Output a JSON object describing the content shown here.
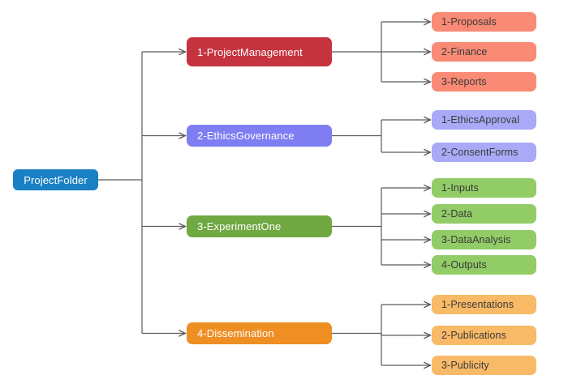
{
  "diagram": {
    "root": {
      "label": "ProjectFolder"
    },
    "branches": [
      {
        "label": "1-ProjectManagement",
        "children": [
          "1-Proposals",
          "2-Finance",
          "3-Reports"
        ]
      },
      {
        "label": "2-EthicsGovernance",
        "children": [
          "1-EthicsApproval",
          "2-ConsentForms"
        ]
      },
      {
        "label": "3-ExperimentOne",
        "children": [
          "1-Inputs",
          "2-Data",
          "3-DataAnalysis",
          "4-Outputs"
        ]
      },
      {
        "label": "4-Dissemination",
        "children": [
          "1-Presentations",
          "2-Publications",
          "3-Publicity"
        ]
      }
    ]
  },
  "palette": {
    "root_fill": "#1a80c4",
    "branch_fills": [
      "#c5333e",
      "#7e7ef2",
      "#70a841",
      "#ee8e23"
    ],
    "child_fills": [
      "#f98a75",
      "#a9a9f7",
      "#92cc66",
      "#f8ba67"
    ],
    "edge": "#5b5b5b",
    "parent_text": "#ffffff",
    "child_text": "#3a3a3a"
  }
}
